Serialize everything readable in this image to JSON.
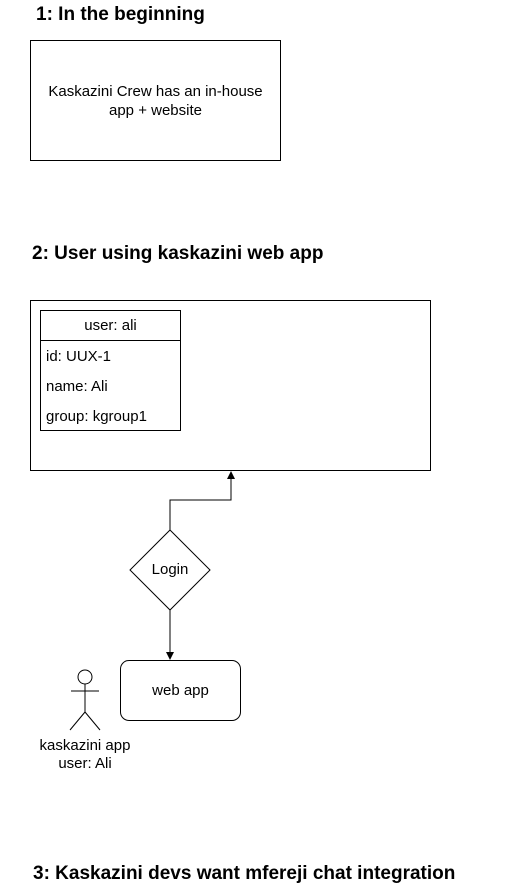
{
  "section1": {
    "title": "1: In the beginning",
    "box_text_line1": "Kaskazini Crew has an in-house",
    "box_text_line2": "app + website"
  },
  "section2": {
    "title": "2: User using kaskazini web app",
    "user_entity": {
      "header": "user: ali",
      "fields": [
        "id: UUX-1",
        "name: Ali",
        "group: kgroup1"
      ]
    },
    "decision_label": "Login",
    "web_app_label": "web app",
    "actor_label_line1": "kaskazini app",
    "actor_label_line2": "user: Ali"
  },
  "section3": {
    "title": "3: Kaskazini devs want mfereji chat integration"
  }
}
